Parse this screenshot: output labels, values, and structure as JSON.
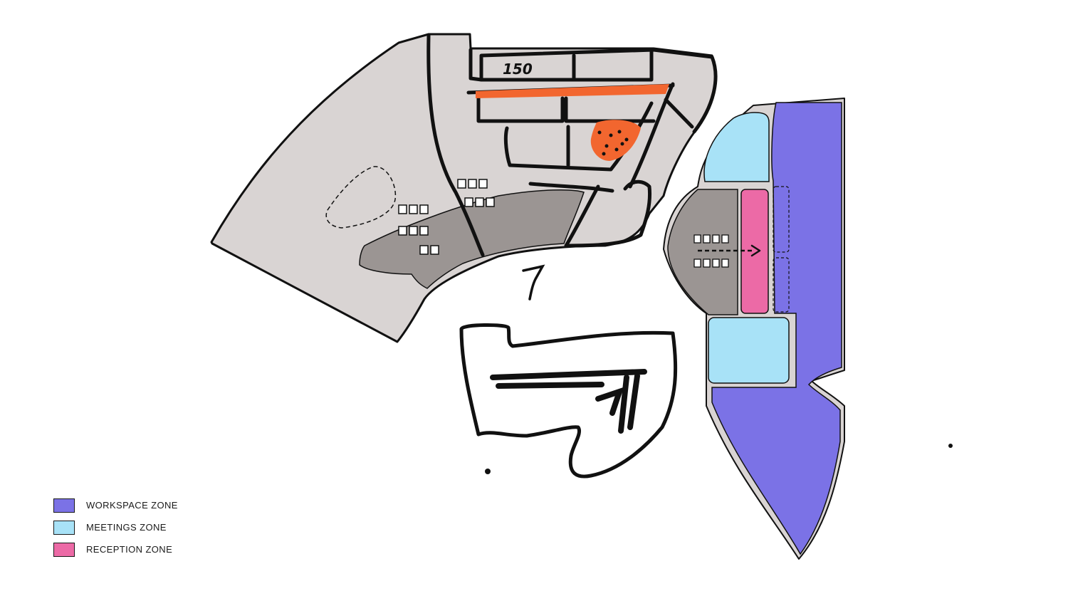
{
  "colors": {
    "background": "#ffffff",
    "building_light": "#d9d4d3",
    "building_dark": "#9b9593",
    "outline": "#111111",
    "highlight_orange": "#f2662f",
    "workspace": "#7b72e6",
    "meetings": "#a8e2f7",
    "reception": "#ec6aa6"
  },
  "sketch": {
    "room_label": "150"
  },
  "legend": {
    "items": [
      {
        "label": "WORKSPACE ZONE",
        "color": "#7b72e6"
      },
      {
        "label": "MEETINGS ZONE",
        "color": "#a8e2f7"
      },
      {
        "label": "RECEPTION ZONE",
        "color": "#ec6aa6"
      }
    ]
  }
}
